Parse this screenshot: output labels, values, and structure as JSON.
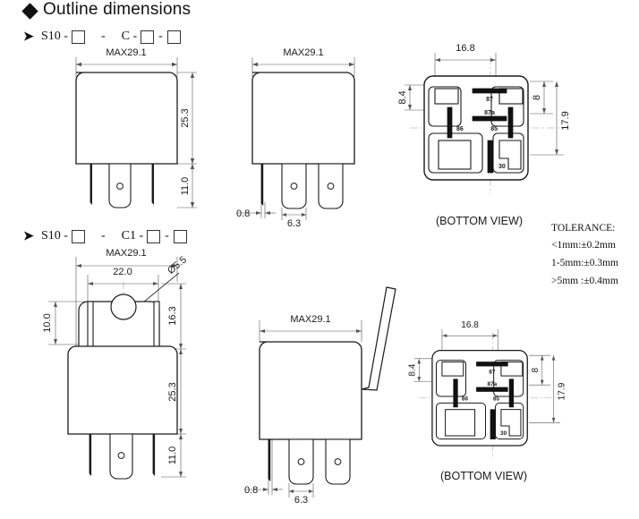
{
  "header": {
    "bullet_icon": "filled-diamond",
    "title": "Outline dimensions"
  },
  "tolerance": {
    "title": "TOLERANCE:",
    "lines": [
      "<1mm:±0.2mm",
      "1-5mm:±0.3mm",
      ">5mm :±0.4mm"
    ]
  },
  "rows": [
    {
      "id": "row-c",
      "arrow_icon": "right-triangle-bullet",
      "model_prefix": "S10 -",
      "model_mid": "C -",
      "model_dash": "-",
      "model_sep": "-",
      "views": {
        "front": {
          "caption": "",
          "dims": {
            "width_max": "MAX29.1",
            "body_height": "25.3",
            "pin_length": "11.0"
          }
        },
        "side": {
          "caption": "",
          "dims": {
            "width_max": "MAX29.1",
            "thin_pin_width": "0.8",
            "wide_pin_width": "6.3"
          }
        },
        "bottom": {
          "caption": "(BOTTOM VIEW)",
          "dims": {
            "top_span": "16.8",
            "left_gap": "8.4",
            "right_gap": "8",
            "right_total": "17.9"
          },
          "pins": [
            "87",
            "87a",
            "86",
            "85",
            "30"
          ]
        }
      }
    },
    {
      "id": "row-c1",
      "arrow_icon": "right-triangle-bullet",
      "model_prefix": "S10 -",
      "model_mid": "C1 -",
      "model_dash": "-",
      "model_sep": "-",
      "views": {
        "front": {
          "caption": "",
          "dims": {
            "width_max": "MAX29.1",
            "bracket_width": "22.0",
            "hole_dia": "Ø5.5",
            "bracket_height": "16.3",
            "slot_height": "10.0",
            "body_height": "25.3",
            "pin_length": "11.0"
          }
        },
        "side": {
          "caption": "",
          "dims": {
            "width_max": "MAX29.1",
            "thin_pin_width": "0.8",
            "wide_pin_width": "6.3"
          }
        },
        "bottom": {
          "caption": "(BOTTOM VIEW)",
          "dims": {
            "top_span": "16.8",
            "left_gap": "8.4",
            "right_gap": "8",
            "right_total": "17.9"
          },
          "pins": [
            "87",
            "87a",
            "86",
            "85",
            "30"
          ]
        }
      }
    }
  ],
  "colors": {
    "line": "#1a1a1a",
    "dim_line": "#555555",
    "center_line": "#888888",
    "background": "#ffffff"
  }
}
